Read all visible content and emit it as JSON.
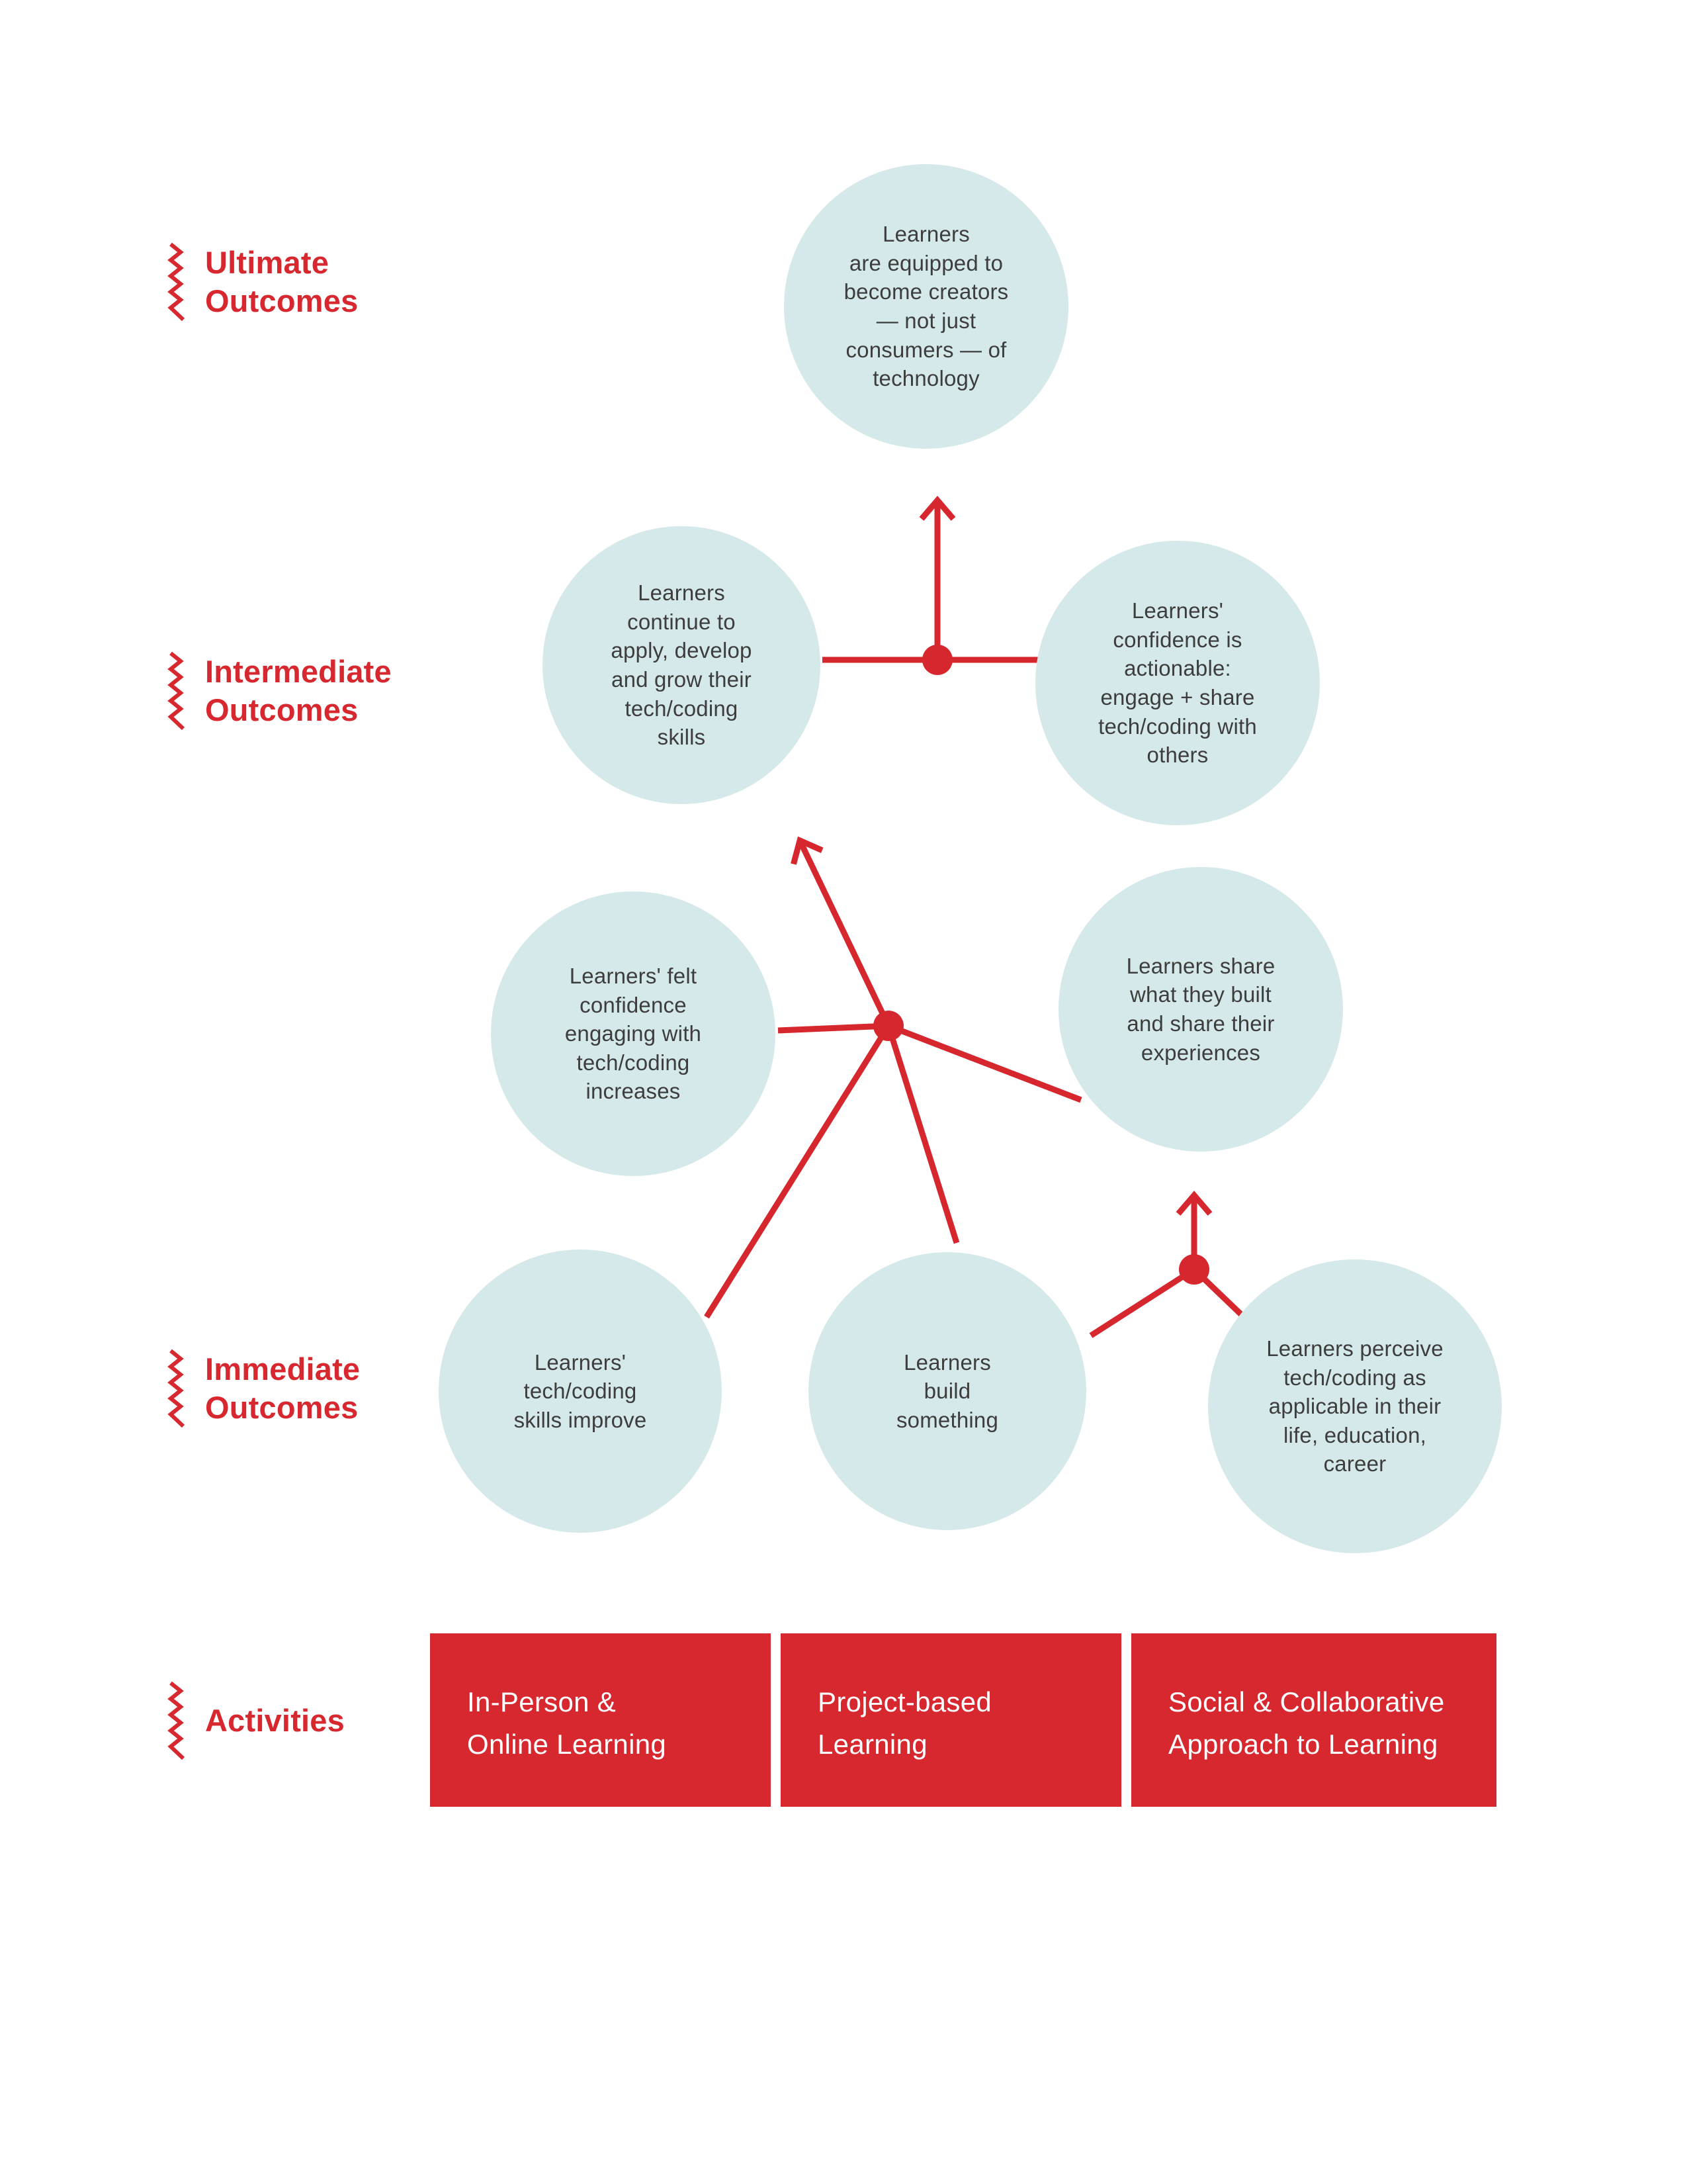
{
  "palette": {
    "red": "#d7282f",
    "circle_fill": "#d6e9ea",
    "circle_text": "#3d3d3d",
    "box_text": "#ffffff",
    "background": "#ffffff"
  },
  "side_labels": {
    "ultimate": "Ultimate\nOutcomes",
    "intermediate": "Intermediate\nOutcomes",
    "immediate": "Immediate\nOutcomes",
    "activities": "Activities"
  },
  "circles": {
    "ultimate_outcome": "Learners\nare equipped to\nbecome creators\n— not just\nconsumers — of\ntechnology",
    "continue_grow": "Learners\ncontinue to\napply, develop\nand grow their\ntech/coding\nskills",
    "confidence_actionable": "Learners'\nconfidence is\nactionable:\nengage + share\ntech/coding with\nothers",
    "felt_confidence": "Learners' felt\nconfidence\nengaging with\ntech/coding\nincreases",
    "share_built": "Learners share\nwhat they built\nand share their\nexperiences",
    "skills_improve": "Learners'\ntech/coding\nskills improve",
    "build_something": "Learners\nbuild\nsomething",
    "perceive_applicable": "Learners perceive\ntech/coding as\napplicable in their\nlife, education,\ncareer"
  },
  "activities": {
    "box1": "In-Person &\nOnline Learning",
    "box2": "Project-based\nLearning",
    "box3": "Social & Collaborative\nApproach to Learning"
  }
}
